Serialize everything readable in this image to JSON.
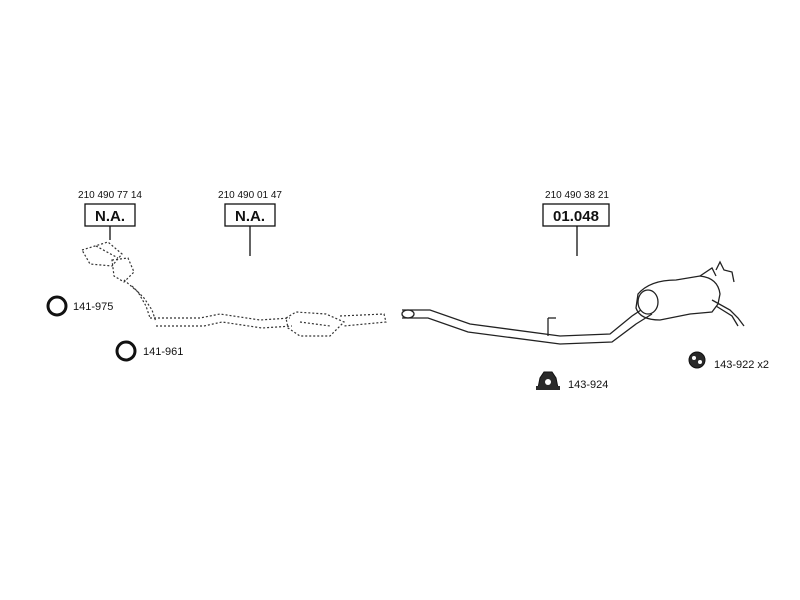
{
  "diagram": {
    "sections": [
      {
        "oem_number": "210 490 77 14",
        "box_label": "N.A."
      },
      {
        "oem_number": "210 490 01 47",
        "box_label": "N.A."
      },
      {
        "oem_number": "210 490 38 21",
        "box_label": "01.048"
      }
    ],
    "accessories": [
      {
        "code": "141-975",
        "icon": "gasket-ring-icon"
      },
      {
        "code": "141-961",
        "icon": "gasket-ring-icon"
      },
      {
        "code": "143-924",
        "icon": "mounting-bracket-icon"
      },
      {
        "code": "143-922 x2",
        "icon": "rubber-hanger-icon"
      }
    ]
  }
}
